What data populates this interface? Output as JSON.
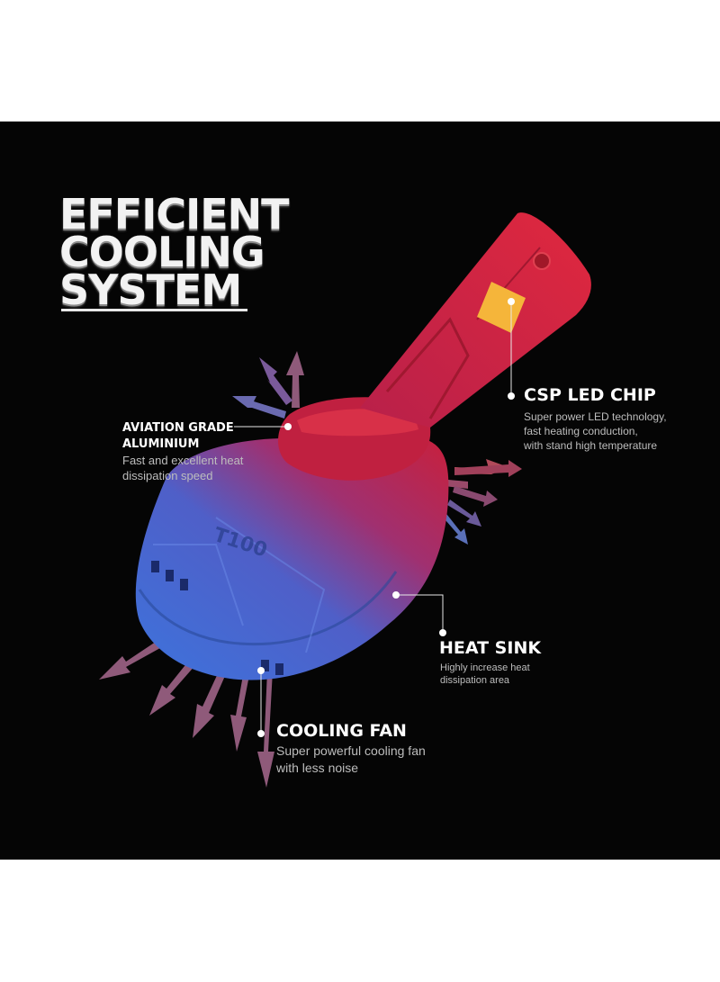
{
  "headline": {
    "lines": [
      "EFFICIENT",
      "COOLING",
      "SYSTEM"
    ]
  },
  "callouts": {
    "aviation": {
      "title": "AVIATION GRADE\nALUMINIUM",
      "description": "Fast and excellent heat\ndissipation speed"
    },
    "csp_chip": {
      "title": "CSP LED CHIP",
      "description": "Super power LED technology,\nfast heating conduction,\nwith stand high temperature"
    },
    "heat_sink": {
      "title": "HEAT SINK",
      "description": "Highly increase heat\ndissipation area"
    },
    "cooling_fan": {
      "title": "COOLING FAN",
      "description": "Super powerful cooling fan\nwith less noise"
    }
  },
  "product": {
    "embossed_text": "T100"
  },
  "colors": {
    "background": "#050505",
    "page": "#ffffff",
    "bulb_red": "#d0203a",
    "bulb_blue": "#3a6fd8",
    "chip_amber": "#f5b53a",
    "arrow_mauve": "#8f5a7a",
    "arrow_blue": "#5a78b8"
  }
}
